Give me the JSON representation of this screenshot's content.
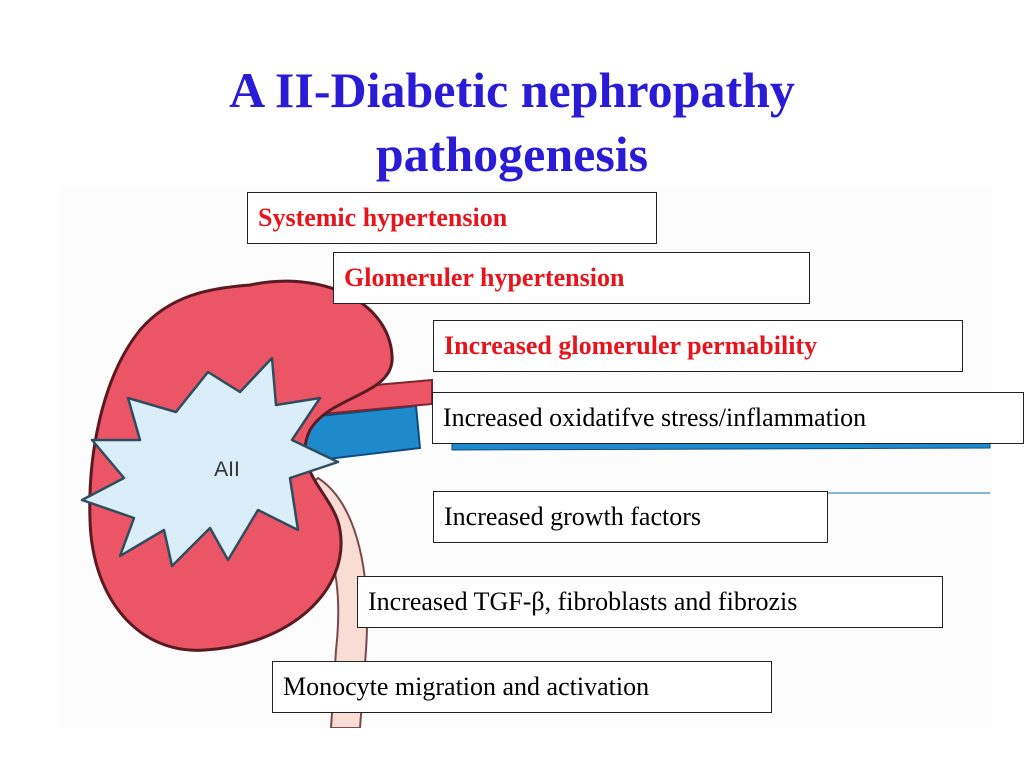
{
  "title": {
    "line1": "A II-Diabetic nephropathy",
    "line2": "pathogenesis"
  },
  "illustration": {
    "burst_label": "AII",
    "colors": {
      "kidney": "#ec5565",
      "burst": "#d9eef8",
      "vessel": "#1e8acb",
      "ureter": "#f9dcd4",
      "title": "#2a1bd6",
      "emphasis_text": "#e8141c"
    }
  },
  "boxes": [
    {
      "text": "Systemic hypertension",
      "style": "red"
    },
    {
      "text": "Glomeruler hypertension",
      "style": "red"
    },
    {
      "text": "Increased glomeruler permability",
      "style": "red"
    },
    {
      "text": "Increased oxidatifve stress/inflammation",
      "style": "normal"
    },
    {
      "text": "Increased growth factors",
      "style": "normal"
    },
    {
      "text": "Increased TGF-β, fibroblasts and fibrozis",
      "style": "normal"
    },
    {
      "text": "Monocyte migration and activation",
      "style": "normal"
    }
  ]
}
